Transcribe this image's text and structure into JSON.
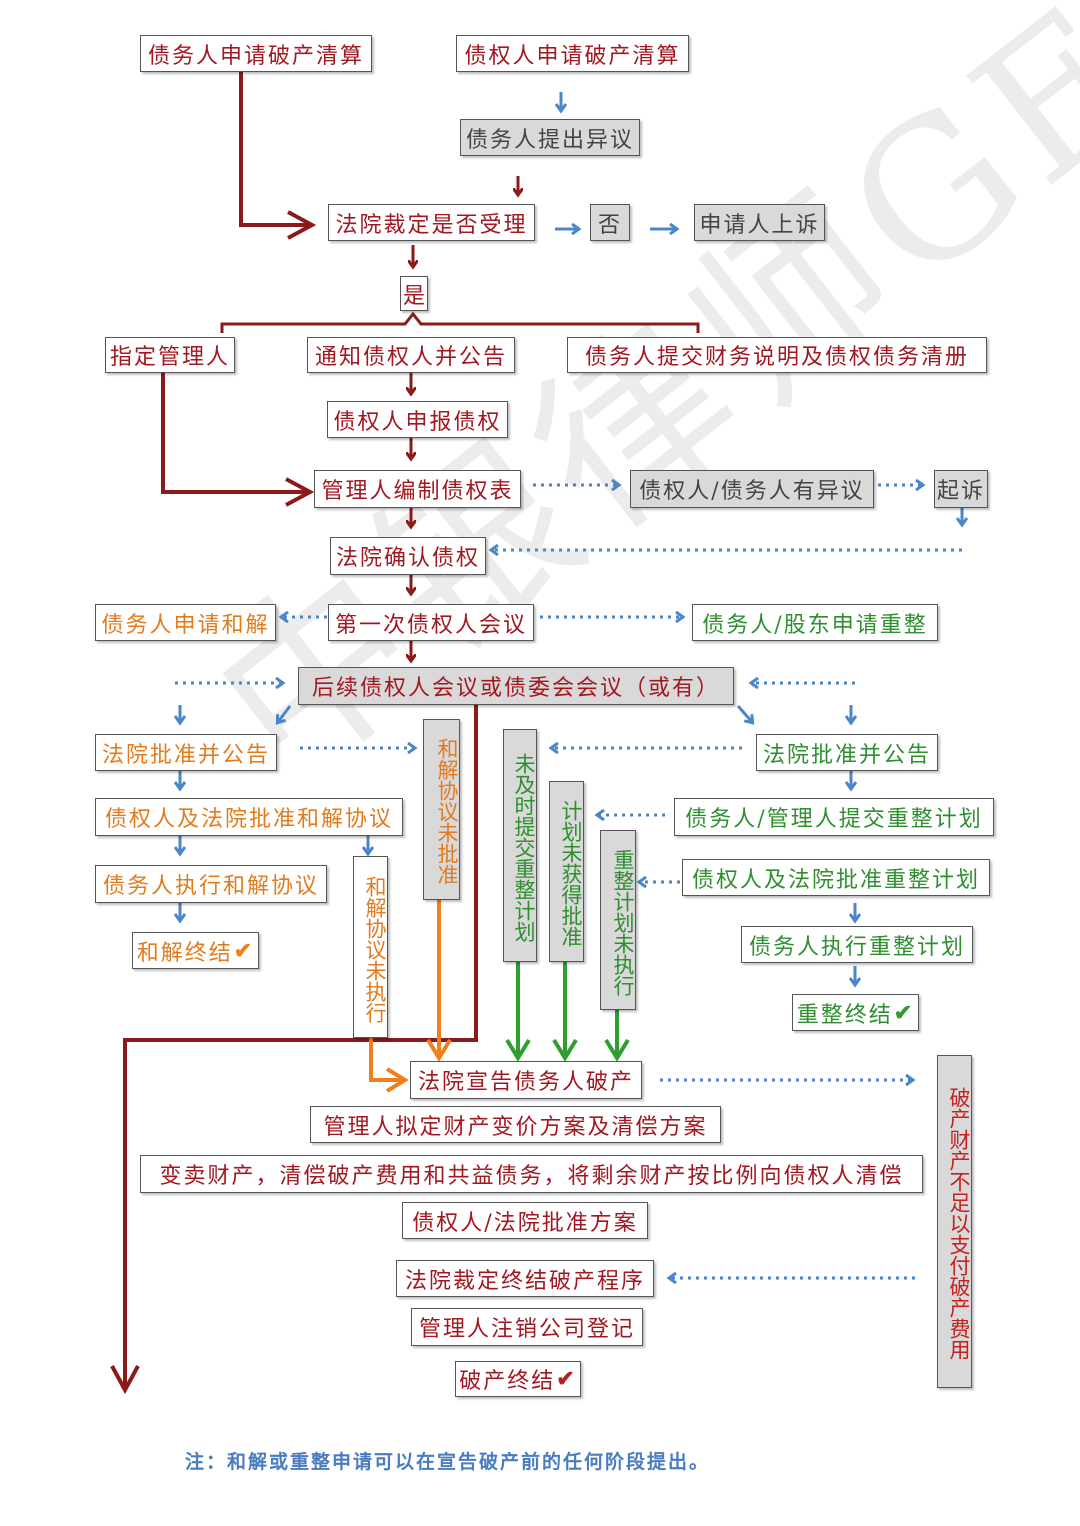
{
  "colors": {
    "red": "#8b1a1a",
    "blue": "#4a86c8",
    "orange": "#f0801e",
    "green": "#2e9e2e",
    "grey_fill": "#d9d9d9"
  },
  "watermark": "中银律师GF",
  "nodes": {
    "debtor_apply": "债务人申请破产清算",
    "creditor_apply": "债权人申请破产清算",
    "debtor_objection": "债务人提出异议",
    "court_accept": "法院裁定是否受理",
    "no": "否",
    "appeal": "申请人上诉",
    "yes": "是",
    "designate_admin": "指定管理人",
    "notify_creditors": "通知债权人并公告",
    "debtor_submit": "债务人提交财务说明及债权债务清册",
    "creditor_declare": "债权人申报债权",
    "admin_compile": "管理人编制债权表",
    "objection": "债权人/债务人有异议",
    "sue": "起诉",
    "court_confirm": "法院确认债权",
    "debtor_settle": "债务人申请和解",
    "first_meeting": "第一次债权人会议",
    "reorg_apply": "债务人/股东申请重整",
    "follow_meeting": "后续债权人会议或债委会会议（或有）",
    "court_approve_left": "法院批准并公告",
    "creditor_court_settle": "债权人及法院批准和解协议",
    "debtor_exec_settle": "债务人执行和解协议",
    "settle_end": "和解终结",
    "settle_not_approved": "和解协议未批准",
    "settle_not_executed": "和解协议未执行",
    "not_timely": "未及时提交重整计划",
    "plan_not_approved": "计划未获得批准",
    "reorg_not_executed": "重整计划未执行",
    "court_approve_right": "法院批准并公告",
    "submit_plan": "债务人/管理人提交重整计划",
    "approve_plan": "债权人及法院批准重整计划",
    "exec_plan": "债务人执行重整计划",
    "reorg_end": "重整终结",
    "declare_bankrupt": "法院宣告债务人破产",
    "insufficient": "破产财产不足以支付破产费用",
    "admin_plan": "管理人拟定财产变价方案及清偿方案",
    "sell_assets": "变卖财产，清偿破产费用和共益债务，将剩余财产按比例向债权人清偿",
    "creditor_approve": "债权人/法院批准方案",
    "court_terminate": "法院裁定终结破产程序",
    "admin_cancel": "管理人注销公司登记",
    "bankrupt_end": "破产终结"
  },
  "check_mark": "✔",
  "note": "注：和解或重整申请可以在宣告破产前的任何阶段提出。"
}
